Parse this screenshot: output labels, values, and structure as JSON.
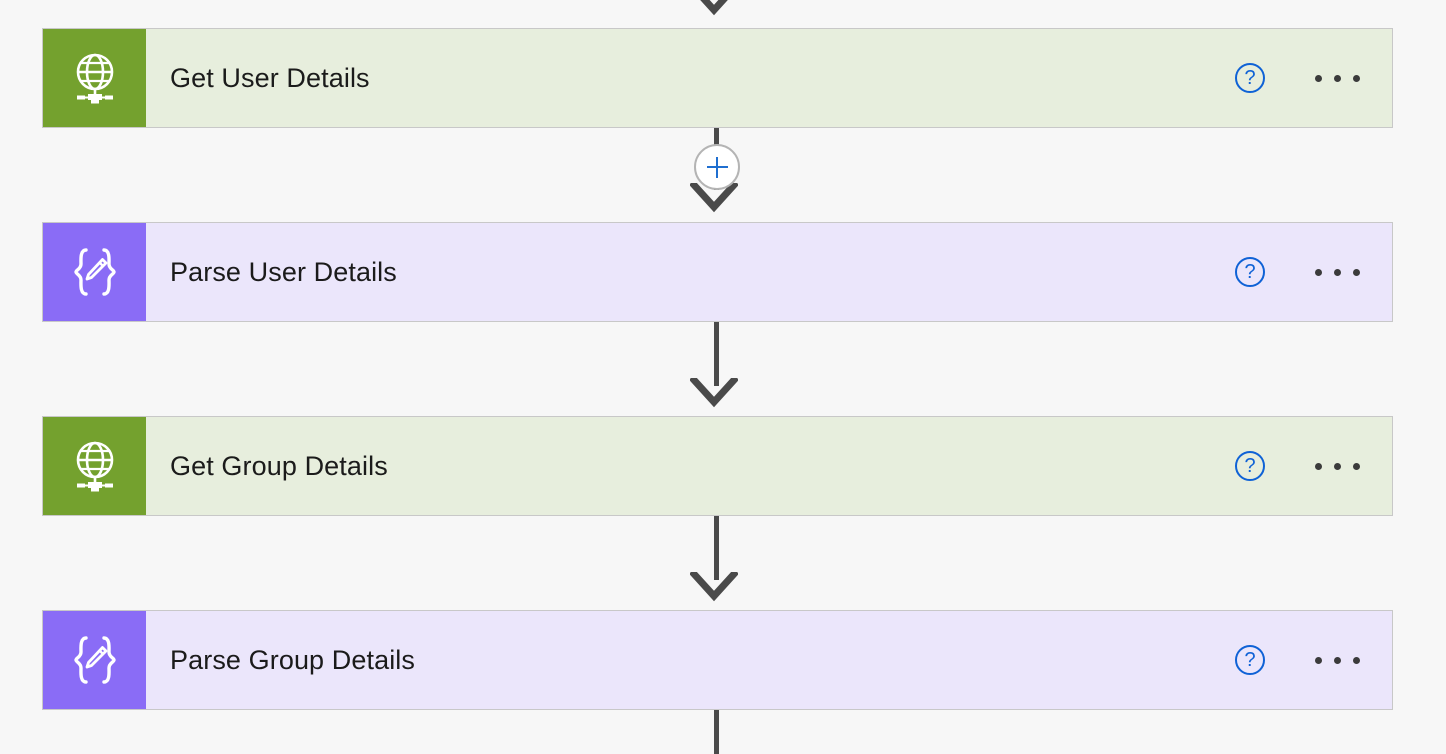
{
  "canvas": {
    "background_color": "#f7f7f7",
    "connector_color": "#4a4a4a"
  },
  "colors": {
    "green_tile": "#74a12e",
    "green_body": "#e7eedd",
    "purple_tile": "#8a6cf6",
    "purple_body": "#ebe6fb",
    "card_border": "#c8c8c8",
    "help_blue": "#0f62d6",
    "plus_blue": "#1f6fd0",
    "dots": "#3b3b3b"
  },
  "add_step_button": {
    "name": "add-step-button",
    "icon": "plus-icon",
    "tooltip": "Insert a new step"
  },
  "steps": [
    {
      "title": "Get User Details",
      "icon": "globe-http-icon",
      "theme": "green",
      "help_icon": "help-question-icon",
      "help_label": "?",
      "more_icon": "ellipsis-menu-icon"
    },
    {
      "title": "Parse User Details",
      "icon": "parse-json-braces-pencil-icon",
      "theme": "purple",
      "help_icon": "help-question-icon",
      "help_label": "?",
      "more_icon": "ellipsis-menu-icon"
    },
    {
      "title": "Get Group Details",
      "icon": "globe-http-icon",
      "theme": "green",
      "help_icon": "help-question-icon",
      "help_label": "?",
      "more_icon": "ellipsis-menu-icon"
    },
    {
      "title": "Parse Group Details",
      "icon": "parse-json-braces-pencil-icon",
      "theme": "purple",
      "help_icon": "help-question-icon",
      "help_label": "?",
      "more_icon": "ellipsis-menu-icon"
    }
  ]
}
